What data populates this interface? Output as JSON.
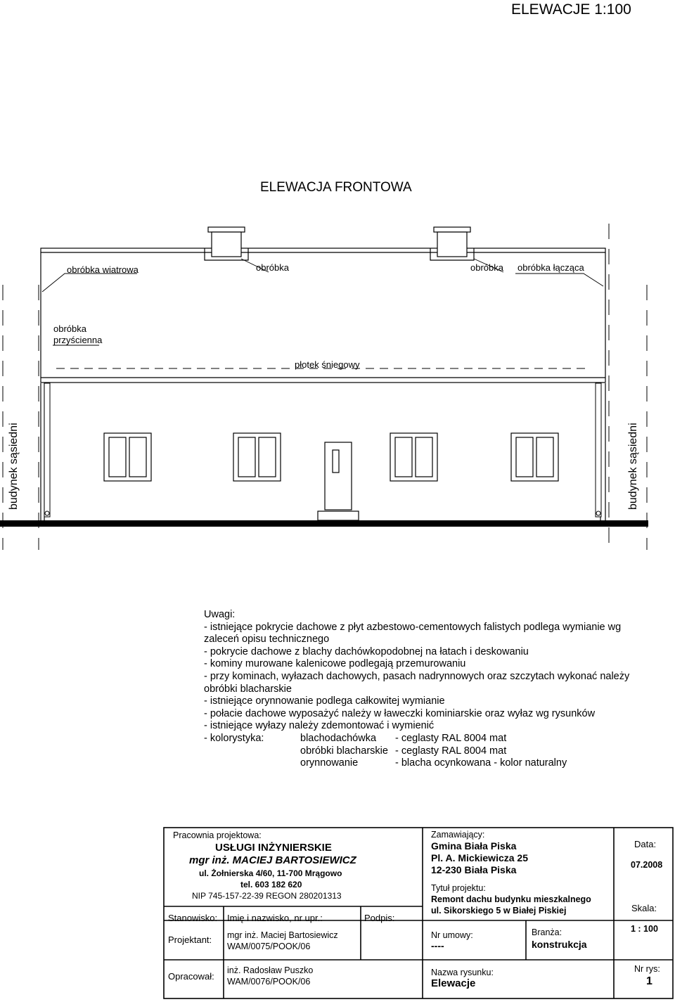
{
  "sheet_title": "ELEWACJE 1:100",
  "elevation_title": "ELEWACJA FRONTOWA",
  "labels": {
    "wind_flashing": "obróbka wiatrowa",
    "flashing_1": "obróbka",
    "flashing_2": "obróbka",
    "joining_flashing": "obróbka łącząca",
    "wall_flashing_line1": "obróbka",
    "wall_flashing_line2": "przyścienna",
    "snow_guard": "płotek śniegowy",
    "neighbor_left": "budynek sąsiedni",
    "neighbor_right": "budynek sąsiedni"
  },
  "notes": {
    "heading": "Uwagi:",
    "lines": [
      "- istniejące pokrycie dachowe z płyt azbestowo-cementowych falistych podlega wymianie wg",
      "zaleceń opisu technicznego",
      "- pokrycie dachowe z blachy dachówkopodobnej na łatach i deskowaniu",
      "- kominy murowane kalenicowe podlegają przemurowaniu",
      "- przy kominach, wyłazach dachowych, pasach nadrynnowych oraz szczytach wykonać należy",
      "obróbki blacharskie",
      "- istniejące orynnowanie podlega całkowitej wymianie",
      "- połacie dachowe wyposażyć należy w ławeczki kominiarskie oraz wyłaz wg rysunków",
      "- istniejące wyłazy należy zdemontować i wymienić"
    ],
    "colors_label": "- kolorystyka:",
    "colors": [
      {
        "item": "blachodachówka",
        "spec": "- ceglasty RAL 8004 mat"
      },
      {
        "item": "obróbki blacharskie",
        "spec": "- ceglasty RAL 8004 mat"
      },
      {
        "item": "orynnowanie",
        "spec": "- blacha ocynkowana - kolor naturalny"
      }
    ]
  },
  "title_block": {
    "office_label": "Pracownia projektowa:",
    "office_name": "USŁUGI INŻYNIERSKIE",
    "office_person": "mgr inż. MACIEJ BARTOSIEWICZ",
    "office_address": "ul. Żołnierska 4/60, 11-700 Mrągowo",
    "office_phone": "tel. 603 182 620",
    "office_ids": "NIP  745-157-22-39  REGON 280201313",
    "client_label": "Zamawiający:",
    "client_line1": "Gmina Biała Piska",
    "client_line2": "Pl. A. Mickiewicza 25",
    "client_line3": "12-230 Biała Piska",
    "project_title_label": "Tytuł projektu:",
    "project_title_line1": "Remont dachu budynku mieszkalnego",
    "project_title_line2": "ul. Sikorskiego 5 w Białej Piskiej",
    "date_label": "Data:",
    "date_value": "07.2008",
    "scale_label": "Skala:",
    "scale_value": "1 : 100",
    "position_label": "Stanowisko:",
    "name_label": "Imię i nazwisko, nr upr.:",
    "signature_label": "Podpis:",
    "designer_label": "Projektant:",
    "designer_name": "mgr inż. Maciej Bartosiewicz",
    "designer_license": "WAM/0075/POOK/06",
    "contract_label": "Nr umowy:",
    "contract_value": "----",
    "branch_label": "Branża:",
    "branch_value": "konstrukcja",
    "prepared_label": "Opracował:",
    "prepared_name": "inż. Radosław Puszko",
    "prepared_license": "WAM/0076/POOK/06",
    "drawing_name_label": "Nazwa rysunku:",
    "drawing_name_value": "Elewacje",
    "drawing_no_label": "Nr rys:",
    "drawing_no_value": "1"
  }
}
